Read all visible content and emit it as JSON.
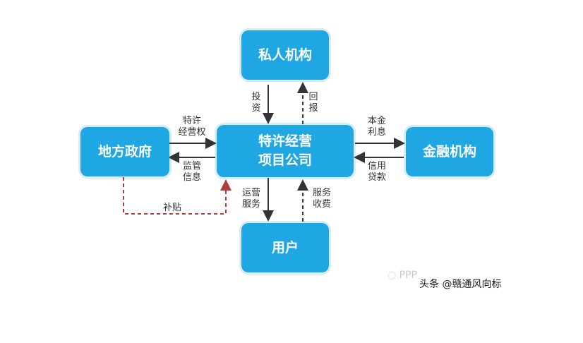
{
  "nodes": {
    "private": "私人机构",
    "gov": "地方政府",
    "center_line1": "特许经营",
    "center_line2": "项目公司",
    "finance": "金融机构",
    "user": "用户"
  },
  "labels": {
    "invest": [
      "投",
      "资"
    ],
    "return": [
      "回",
      "报"
    ],
    "franchise": [
      "特许",
      "经营权"
    ],
    "supervise": [
      "监管",
      "信息"
    ],
    "subsidy": "补贴",
    "principal": [
      "本金",
      "利息"
    ],
    "credit": [
      "信用",
      "贷款"
    ],
    "operate": [
      "运营",
      "服务"
    ],
    "service_fee": [
      "服务",
      "收费"
    ]
  },
  "watermark": "PPP",
  "credit": "头条 @赣通风向标",
  "colors": {
    "node": "#1ea7e3",
    "line": "#333333",
    "dashed": "#b13a3a"
  }
}
